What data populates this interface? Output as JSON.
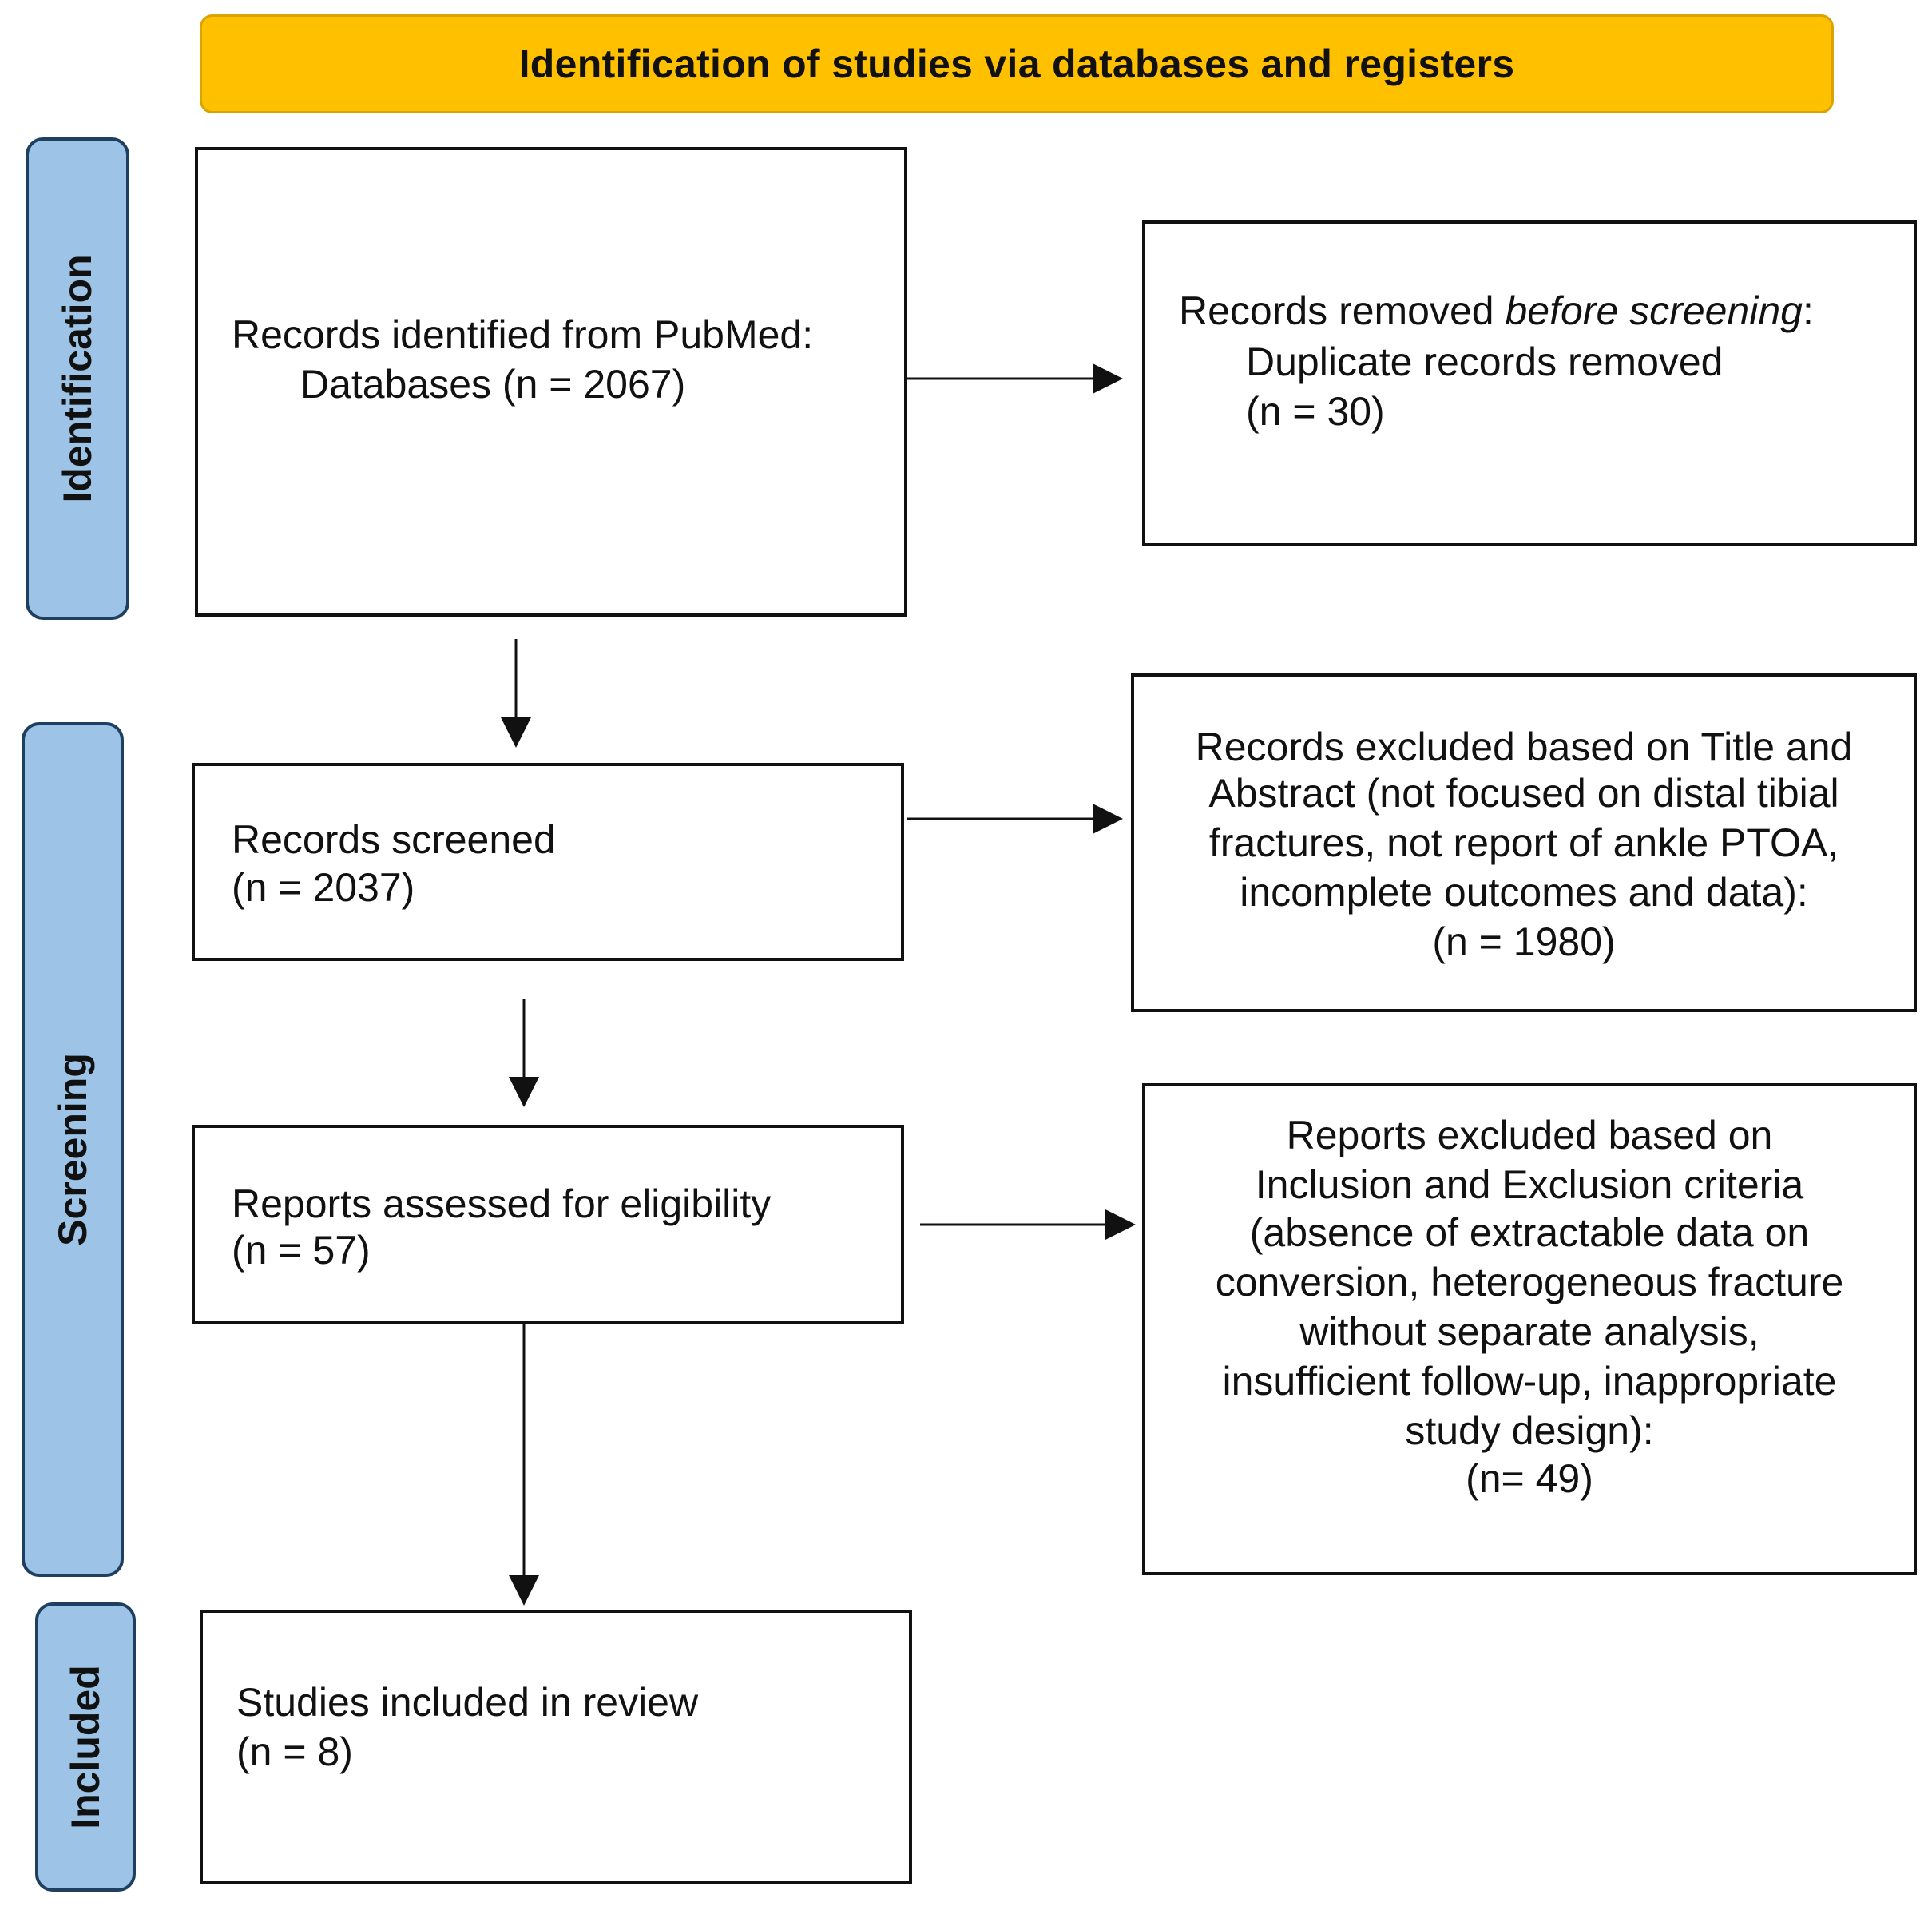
{
  "header": {
    "title": "Identification of studies via databases and registers"
  },
  "phases": {
    "identification": "Identification",
    "screening": "Screening",
    "included": "Included"
  },
  "boxes": {
    "identified": {
      "line1": "Records identified from PubMed:",
      "line2": "Databases (n = 2067)"
    },
    "removed": {
      "line1_a": "Records removed ",
      "line1_b": "before screening",
      "line1_c": ":",
      "line2": "Duplicate records removed",
      "line3": "(n = 30)"
    },
    "screened": {
      "line1": "Records screened",
      "line2": "(n = 2037)"
    },
    "excluded_title": {
      "lines": [
        "Records excluded based on Title and",
        "Abstract (not focused on distal tibial",
        "fractures, not report of ankle PTOA,",
        "incomplete outcomes and data):",
        "(n = 1980)"
      ]
    },
    "eligibility": {
      "line1": "Reports assessed for eligibility",
      "line2": "(n = 57)"
    },
    "excluded_criteria": {
      "lines": [
        "Reports excluded based on",
        "Inclusion and Exclusion criteria",
        "(absence of extractable data on",
        "conversion, heterogeneous fracture",
        "without separate analysis,",
        "insufficient follow-up, inappropriate",
        "study design):",
        "(n= 49)"
      ]
    },
    "included": {
      "line1": "Studies included in review",
      "line2": "(n = 8)"
    }
  }
}
